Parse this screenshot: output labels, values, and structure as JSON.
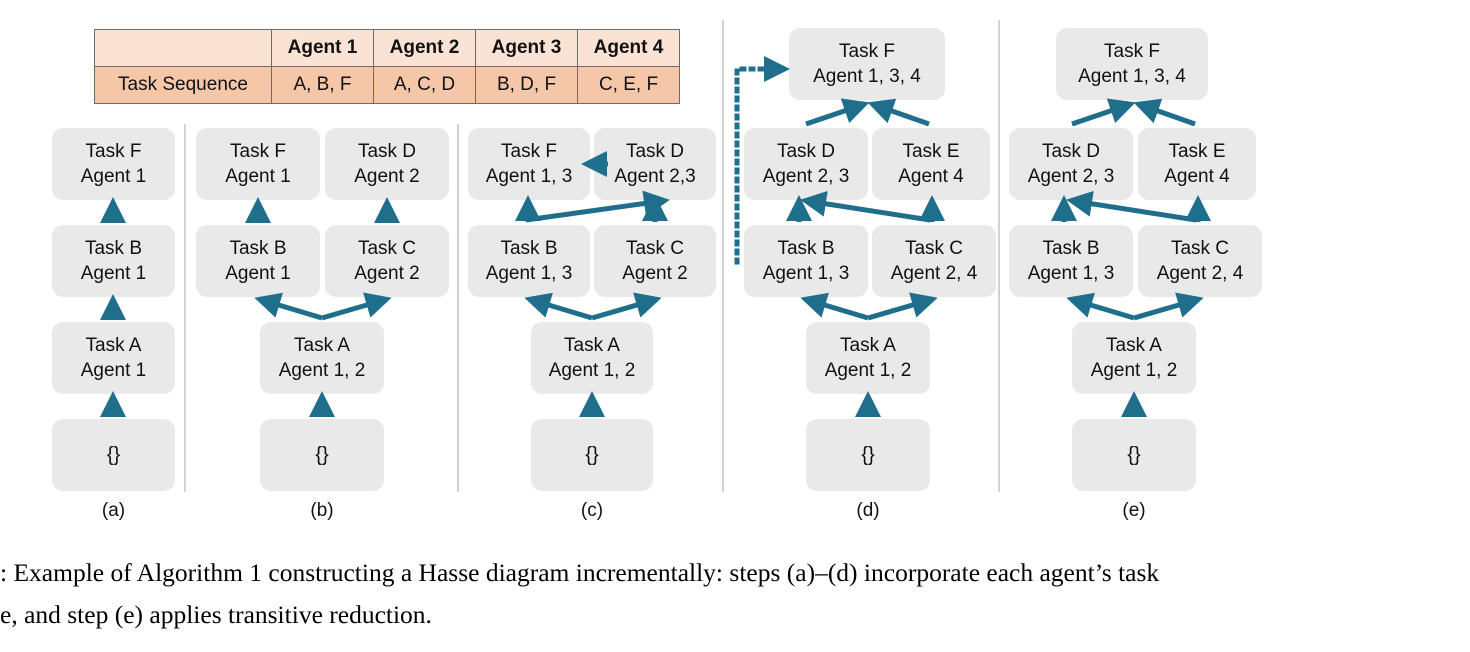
{
  "figure": {
    "caption_line1": ": Example of Algorithm 1 constructing a Hasse diagram incrementally: steps (a)–(d) incorporate each agent’s task",
    "caption_line2": "e, and step (e) applies transitive reduction."
  },
  "table": {
    "row_label": "Task Sequence",
    "headers": [
      "",
      "Agent 1",
      "Agent 2",
      "Agent 3",
      "Agent 4"
    ],
    "sequences": [
      "A, B, F",
      "A, C, D",
      "B, D, F",
      "C, E, F"
    ],
    "header_bg": "#FAE3D5",
    "row_bg": "#F5C6A8",
    "border_color": "#6B6B6B"
  },
  "colors": {
    "node_bg": "#E9E9E9",
    "arrow": "#1F6E8C",
    "divider": "#D2D2D2",
    "text": "#111111"
  },
  "panels": [
    {
      "id": "a",
      "label": "(a)",
      "nodes": [
        {
          "name": "task-f",
          "line1": "Task F",
          "line2": "Agent 1"
        },
        {
          "name": "task-b",
          "line1": "Task B",
          "line2": "Agent 1"
        },
        {
          "name": "task-a",
          "line1": "Task A",
          "line2": "Agent 1"
        },
        {
          "name": "empty-set",
          "line1": "{}",
          "line2": ""
        }
      ]
    },
    {
      "id": "b",
      "label": "(b)",
      "nodes": [
        {
          "name": "task-f",
          "line1": "Task F",
          "line2": "Agent 1"
        },
        {
          "name": "task-d",
          "line1": "Task D",
          "line2": "Agent 2"
        },
        {
          "name": "task-b",
          "line1": "Task B",
          "line2": "Agent 1"
        },
        {
          "name": "task-c",
          "line1": "Task C",
          "line2": "Agent 2"
        },
        {
          "name": "task-a",
          "line1": "Task A",
          "line2": "Agent 1, 2"
        },
        {
          "name": "empty-set",
          "line1": "{}",
          "line2": ""
        }
      ]
    },
    {
      "id": "c",
      "label": "(c)",
      "nodes": [
        {
          "name": "task-f",
          "line1": "Task F",
          "line2": "Agent 1, 3"
        },
        {
          "name": "task-d",
          "line1": "Task D",
          "line2": "Agent 2,3"
        },
        {
          "name": "task-b",
          "line1": "Task B",
          "line2": "Agent 1, 3"
        },
        {
          "name": "task-c",
          "line1": "Task C",
          "line2": "Agent 2"
        },
        {
          "name": "task-a",
          "line1": "Task A",
          "line2": "Agent 1, 2"
        },
        {
          "name": "empty-set",
          "line1": "{}",
          "line2": ""
        }
      ]
    },
    {
      "id": "d",
      "label": "(d)",
      "nodes": [
        {
          "name": "task-f",
          "line1": "Task F",
          "line2": "Agent 1, 3, 4"
        },
        {
          "name": "task-d",
          "line1": "Task D",
          "line2": "Agent 2, 3"
        },
        {
          "name": "task-e",
          "line1": "Task E",
          "line2": "Agent 4"
        },
        {
          "name": "task-b",
          "line1": "Task B",
          "line2": "Agent 1, 3"
        },
        {
          "name": "task-c",
          "line1": "Task C",
          "line2": "Agent 2, 4"
        },
        {
          "name": "task-a",
          "line1": "Task A",
          "line2": "Agent 1, 2"
        },
        {
          "name": "empty-set",
          "line1": "{}",
          "line2": ""
        }
      ]
    },
    {
      "id": "e",
      "label": "(e)",
      "nodes": [
        {
          "name": "task-f",
          "line1": "Task F",
          "line2": "Agent 1, 3, 4"
        },
        {
          "name": "task-d",
          "line1": "Task D",
          "line2": "Agent 2, 3"
        },
        {
          "name": "task-e",
          "line1": "Task E",
          "line2": "Agent 4"
        },
        {
          "name": "task-b",
          "line1": "Task B",
          "line2": "Agent 1, 3"
        },
        {
          "name": "task-c",
          "line1": "Task C",
          "line2": "Agent 2, 4"
        },
        {
          "name": "task-a",
          "line1": "Task A",
          "line2": "Agent 1, 2"
        },
        {
          "name": "empty-set",
          "line1": "{}",
          "line2": ""
        }
      ]
    }
  ]
}
